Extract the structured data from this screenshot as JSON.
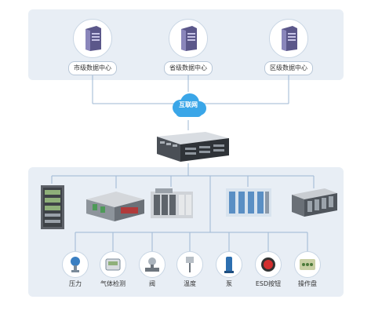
{
  "data_centers": [
    {
      "label": "市级数据中心",
      "icon": "server-icon"
    },
    {
      "label": "省级数据中心",
      "icon": "server-icon"
    },
    {
      "label": "区级数据中心",
      "icon": "server-icon"
    }
  ],
  "cloud": {
    "label": "互联网",
    "icon": "cloud-icon",
    "color": "#3aa6e8"
  },
  "gateway": {
    "icon": "rack-server-icon"
  },
  "devices": [
    {
      "name": "plc-cabinet",
      "icon": "control-cabinet-icon"
    },
    {
      "name": "plc-modules",
      "icon": "plc-module-icon"
    },
    {
      "name": "io-modules",
      "icon": "io-module-icon"
    },
    {
      "name": "panel-equipment",
      "icon": "control-panel-icon"
    },
    {
      "name": "plc-rack",
      "icon": "plc-rack-icon"
    }
  ],
  "sensors": [
    {
      "label": "压力",
      "icon": "pressure-transmitter-icon"
    },
    {
      "label": "气体检测",
      "icon": "gas-detector-icon"
    },
    {
      "label": "阀",
      "icon": "valve-icon"
    },
    {
      "label": "温度",
      "icon": "temperature-sensor-icon"
    },
    {
      "label": "泵",
      "icon": "pump-icon"
    },
    {
      "label": "ESD按钮",
      "icon": "esd-button-icon"
    },
    {
      "label": "操作盘",
      "icon": "operation-panel-icon"
    }
  ],
  "colors": {
    "panel": "#e8eef5",
    "line": "#9db7d3",
    "server": "#6f6a9e",
    "cloud": "#3aa6e8"
  }
}
